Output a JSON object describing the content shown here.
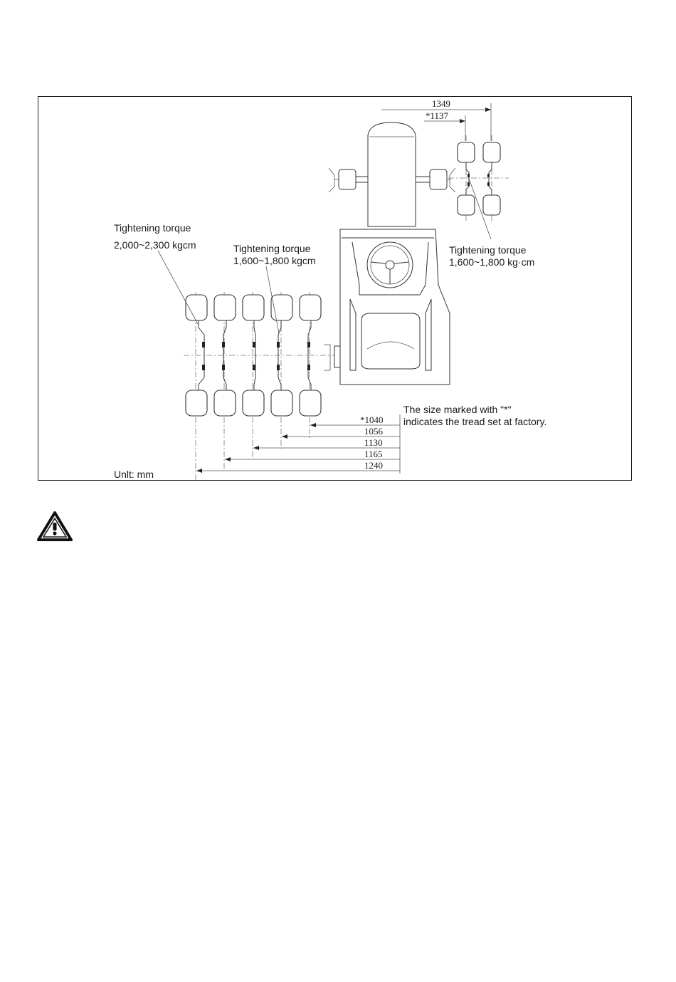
{
  "diagram": {
    "labels": {
      "rear_torque_title": "Tightening torque",
      "rear_torque_value": "2,000~2,300 kgcm",
      "mid_torque_title": "Tightening torque",
      "mid_torque_value": "1,600~1,800 kgcm",
      "front_torque_title": "Tightening torque",
      "front_torque_value": "1,600~1,800 kg·cm",
      "note_line1": "The size marked with \"*\"",
      "note_line2": "indicates the tread set at factory.",
      "unit": "Unlt: mm"
    },
    "front_dimensions": [
      "1349",
      "*1137"
    ],
    "rear_dimensions": [
      "*1040",
      "1056",
      "1130",
      "1165",
      "1240"
    ]
  },
  "warning": {
    "icon": "warning-triangle-icon"
  }
}
